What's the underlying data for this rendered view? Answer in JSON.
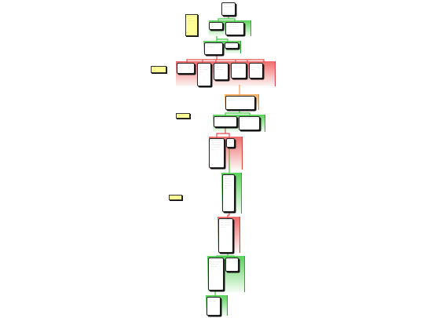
{
  "colors": {
    "green": "#3cc83c",
    "red": "#e04a4a",
    "orange": "#f0a050",
    "note": "#ffff99",
    "node_border": "#222222"
  },
  "nodes": [
    {
      "id": "n1",
      "text": "··· ···· ·· ······ ···· ··"
    },
    {
      "id": "n2",
      "text": "···· ····· ····· ··· ··"
    },
    {
      "id": "n3",
      "text": "·· ····· ······ ··· ······ ···· ·····"
    },
    {
      "id": "n4",
      "text": "···· ····· ······ ······ ···· ······ ··"
    },
    {
      "id": "n5",
      "text": "······ ···· ····· ·····"
    },
    {
      "id": "n6",
      "text": "········ ····· ··· ···· ··"
    },
    {
      "id": "n7",
      "text": "····· ······· ··· ·· ······ ···· ··· ······ ·····"
    },
    {
      "id": "n8",
      "text": "····· ···· ······ ··· ···· ····· ······ ·····"
    },
    {
      "id": "n9",
      "text": "···· ······ ···· ····· ··· ·····"
    },
    {
      "id": "n10",
      "text": "······ ····· ···· ·· ······ ·····"
    },
    {
      "id": "n11",
      "text": "····· ······ ··· ···· ···· ······ ··· ····· ···· ······"
    },
    {
      "id": "n12",
      "text": "······ ····· ···· ····· ····"
    },
    {
      "id": "n13",
      "text": "···· ····· ······ ····· ··· ····"
    },
    {
      "id": "n14",
      "text": "····· ···· ······ ···· ····· ···· ······ ···· ····· ··· ······ ···· ·····"
    },
    {
      "id": "n15",
      "text": "···· ·····"
    },
    {
      "id": "n16",
      "text": "······ ···· ····· ···· ······ ····· ···· ····· ······ ···· ·····"
    },
    {
      "id": "n17",
      "text": "······ ····· ···· ····· ······ ···· ····· ····· ···· ······"
    },
    {
      "id": "n18",
      "text": "····· ···· ······ ····· ···· ······ ····· ··· ···· ······ ·····"
    },
    {
      "id": "n19",
      "text": "······ ····"
    },
    {
      "id": "n20",
      "text": "····· ···· ······ ·····"
    }
  ],
  "notes": [
    {
      "id": "note1",
      "text": "······ ····· ·· ···· ······ ····· ···"
    },
    {
      "id": "note2",
      "text": "····· ·· ······ ····"
    },
    {
      "id": "note3",
      "text": "····· ······"
    },
    {
      "id": "note4",
      "text": "···· ··"
    }
  ]
}
